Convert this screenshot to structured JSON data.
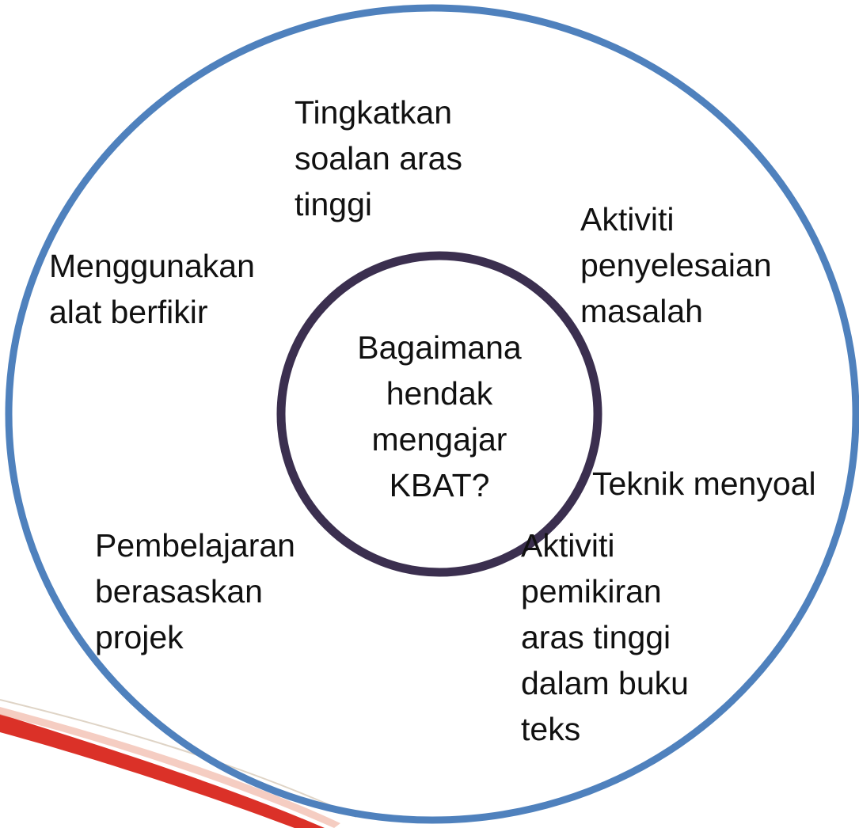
{
  "diagram": {
    "center": "Bagaimana\nhendak\nmengajar\nKBAT?",
    "items": {
      "top": "Tingkatkan\nsoalan aras\ntinggi",
      "left": "Menggunakan\nalat berfikir",
      "right": "Aktiviti\npenyelesaian\nmasalah",
      "teknik": "Teknik menyoal",
      "pbl": "Pembelajaran\nberasaskan\nprojek",
      "bottom": "Aktiviti\npemikiran\naras tinggi\ndalam buku\nteks"
    }
  },
  "colors": {
    "outer_circle": "#4f81bd",
    "inner_circle": "#3b2f4f",
    "accent_stripe": "#d9261c",
    "text": "#111111"
  }
}
